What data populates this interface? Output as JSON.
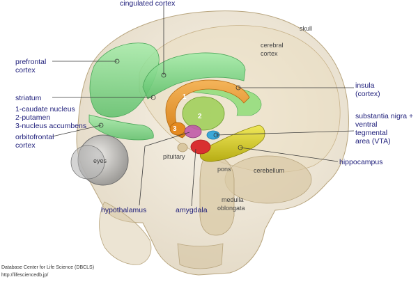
{
  "labels": {
    "cingulated_cortex": "cingulated cortex",
    "skull": "skull",
    "cerebral_cortex_1": "cerebral",
    "cerebral_cortex_2": "cortex",
    "prefrontal_1": "prefrontal",
    "prefrontal_2": "cortex",
    "insula_1": "insula",
    "insula_2": "(cortex)",
    "striatum": "striatum",
    "striatum_1": "1-caudate nucleus",
    "striatum_2": "2-putamen",
    "striatum_3": "3-nucleus accumbens",
    "orbitofrontal_1": "orbitofrontal",
    "orbitofrontal_2": "cortex",
    "substantia_1": "substantia nigra +",
    "substantia_2": "ventral",
    "substantia_3": "tegmental",
    "substantia_4": "area (VTA)",
    "eyes": "eyes",
    "pituitary": "pituitary",
    "pons": "pons",
    "cerebellum": "cerebellum",
    "hippocampus": "hippocampus",
    "hypothalamus": "hypothalamus",
    "amygdala": "amygdala",
    "medulla_1": "medulla",
    "medulla_2": "oblongata",
    "num_1": "1",
    "num_2": "2",
    "num_3": "3"
  },
  "credit": {
    "line1": "Database Center for Life Science (DBCLS)",
    "line2": "http://lifesciencedb.jp/"
  },
  "colors": {
    "skull": "#e6d9bf",
    "cortex_green": "#7fd98a",
    "striatum_orange": "#e69a2b",
    "putamen_green": "#8cbf4a",
    "hippocampus_yellow": "#d9cf29",
    "amygdala_red": "#d93030",
    "label_text": "#1d1d7a"
  }
}
